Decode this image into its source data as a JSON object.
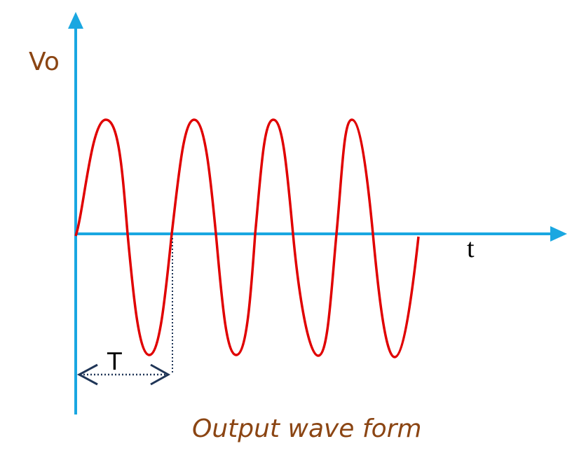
{
  "diagram": {
    "y_axis_label": "Vo",
    "x_axis_label": "t",
    "period_label": "T",
    "caption": "Output wave form",
    "colors": {
      "axis": "#1AA7E1",
      "wave": "#E00000",
      "labels": "#8B4513",
      "period_marker": "#1F3557"
    },
    "wave": {
      "type": "sine",
      "cycles": 4.3,
      "peaks_x": [
        151,
        277,
        390,
        502
      ],
      "troughs_x": [
        213,
        337,
        454,
        563
      ]
    }
  }
}
